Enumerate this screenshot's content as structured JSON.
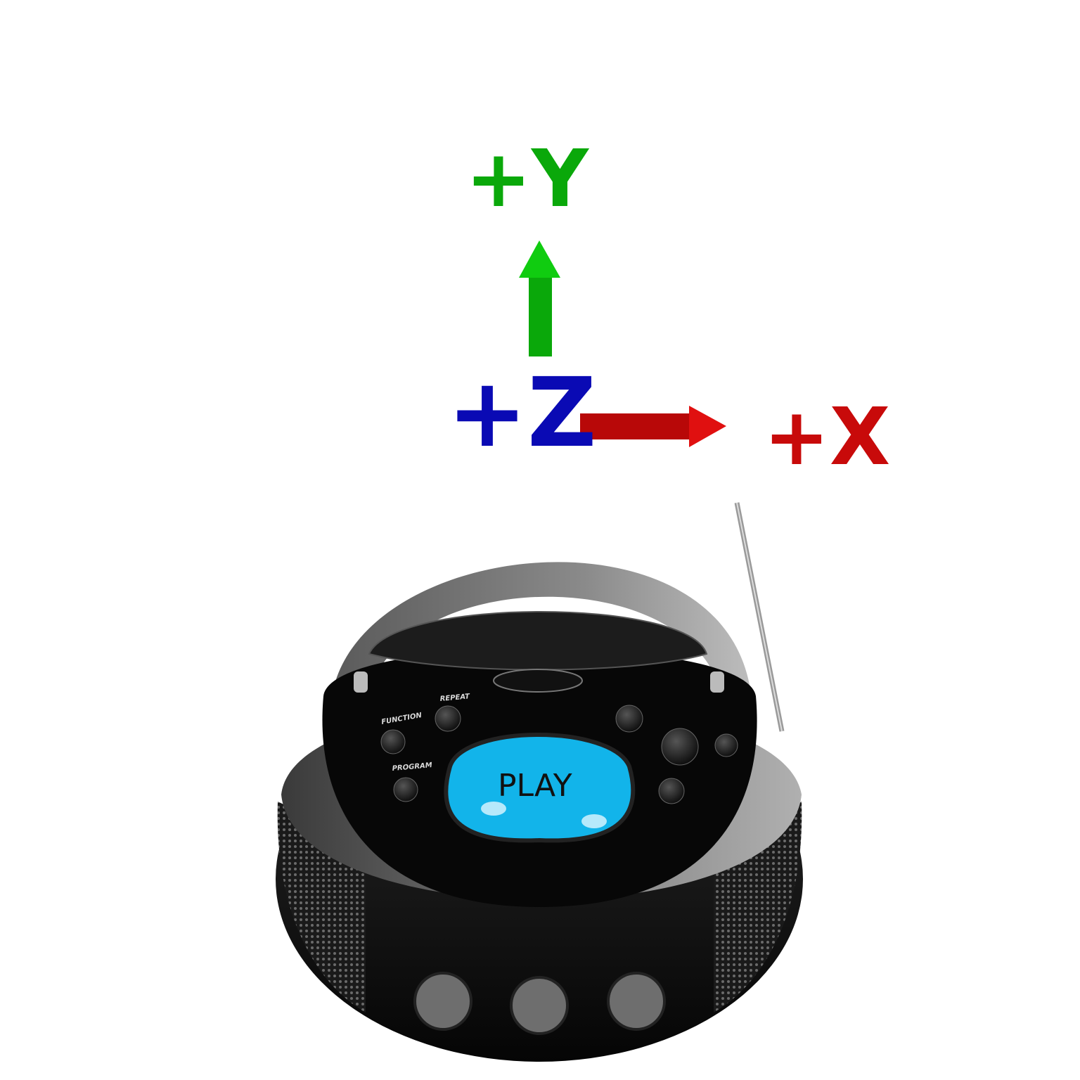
{
  "axes": {
    "y": {
      "label": "+Y",
      "color": "#0aa80a"
    },
    "z": {
      "label": "+Z",
      "color": "#0a0ab4"
    },
    "x": {
      "label": "+X",
      "color": "#c80a0a"
    }
  },
  "boombox": {
    "display_text": "PLAY",
    "display_color": "#12b4ea",
    "buttons": {
      "function": "FUNCTION",
      "repeat": "REPEAT",
      "program": "PROGRAM"
    }
  }
}
